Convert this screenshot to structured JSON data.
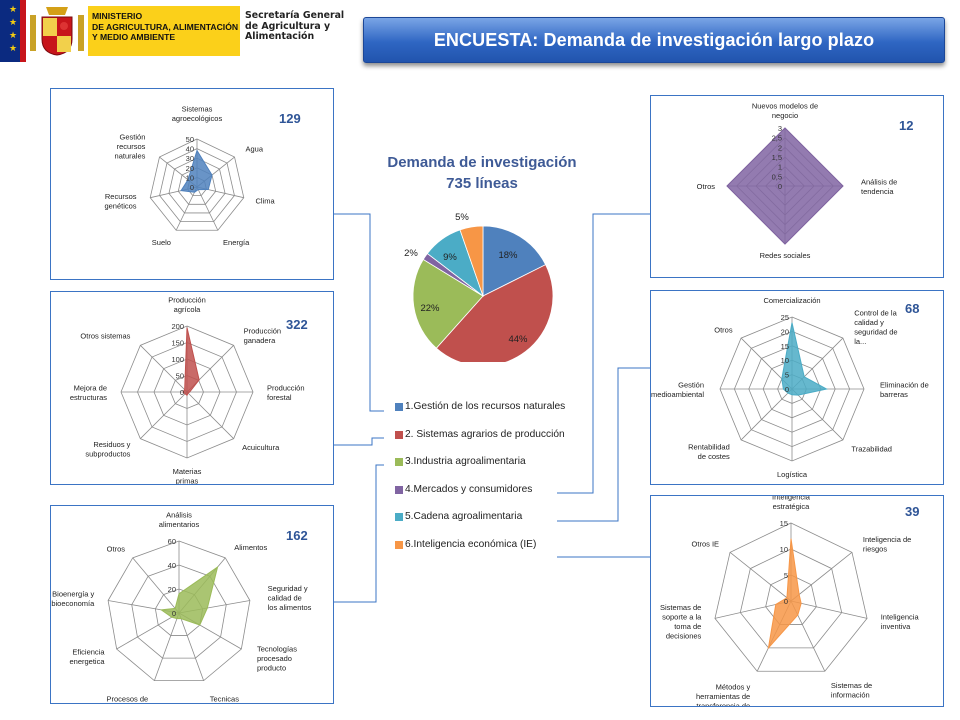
{
  "logo": {
    "ministry_lines": [
      "MINISTERIO",
      "DE AGRICULTURA, ALIMENTACIÓN",
      "Y MEDIO AMBIENTE"
    ],
    "secretaria_lines": [
      "Secretaría General",
      "de Agricultura y",
      "Alimentación"
    ]
  },
  "header": {
    "title": "ENCUESTA: Demanda de investigación largo plazo"
  },
  "colors": {
    "series": [
      "#4f81bd",
      "#c0504d",
      "#9bbb59",
      "#8064a2",
      "#4bacc6",
      "#f79646"
    ],
    "panel_border": "#3b74c4",
    "banner": "#2f66c3"
  },
  "chart_data": [
    {
      "id": "pie",
      "type": "pie",
      "title": "Demanda de investigación",
      "subtitle": "735 líneas",
      "categories": [
        "1.Gestión de los recursos naturales",
        "2. Sistemas agrarios de producción",
        "3.Industria agroalimentaria",
        "4.Mercados y consumidores",
        "5.Cadena agroalimentaria",
        "6.Inteligencia económica (IE)"
      ],
      "values": [
        129,
        322,
        162,
        12,
        68,
        39
      ],
      "data_labels": [
        "18%",
        "44%",
        "22%",
        "2%",
        "9%",
        "5%"
      ]
    },
    {
      "id": "r1",
      "type": "radar",
      "count": "129",
      "axes": [
        "Sistemas agroecológicos",
        "Agua",
        "Clima",
        "Energía",
        "Suelo",
        "Recursos genéticos",
        "Gestión recursos naturales"
      ],
      "values": [
        38,
        20,
        12,
        3,
        6,
        17,
        12
      ],
      "rmax": 50,
      "ticks": [
        "0",
        "10",
        "20",
        "30",
        "40",
        "50"
      ]
    },
    {
      "id": "r2",
      "type": "radar",
      "count": "322",
      "axes": [
        "Producción agrícola",
        "Producción ganadera",
        "Producción forestal",
        "Acuicultura",
        "Materias primas",
        "Residuos y subproductos",
        "Mejora de estructuras",
        "Otros sistemas"
      ],
      "values": [
        195,
        52,
        8,
        5,
        10,
        8,
        12,
        10
      ],
      "rmax": 200,
      "ticks": [
        "0",
        "50",
        "100",
        "150",
        "200"
      ]
    },
    {
      "id": "r3",
      "type": "radar",
      "count": "162",
      "axes": [
        "Análisis alimentarios",
        "Alimentos",
        "Seguridad y calidad de los alimentos",
        "Tecnologías procesado producto",
        "Tecnicas post-proceso",
        "Procesos de control industriales",
        "Eficiencia energetica",
        "Bioenergía y bioeconomía",
        "Otros"
      ],
      "values": [
        16,
        50,
        24,
        20,
        5,
        5,
        7,
        15,
        5
      ],
      "rmax": 60,
      "ticks": [
        "0",
        "20",
        "40",
        "60"
      ]
    },
    {
      "id": "r4",
      "type": "radar",
      "count": "12",
      "axes": [
        "Nuevos modelos de negocio",
        "Análisis de tendencia",
        "Redes sociales",
        "Otros"
      ],
      "values": [
        3,
        3,
        3,
        3
      ],
      "rmax": 3,
      "ticks": [
        "0",
        "0,5",
        "1",
        "1,5",
        "2",
        "2,5",
        "3"
      ]
    },
    {
      "id": "r5",
      "type": "radar",
      "count": "68",
      "axes": [
        "Comercialización",
        "Control de la calidad y seguridad de la...",
        "Eliminación de barreras",
        "Trazabilidad",
        "Logística",
        "Rentabilidad de costes",
        "Gestión medioambiental",
        "Otros"
      ],
      "values": [
        23,
        6,
        12,
        3,
        2,
        2,
        3,
        5
      ],
      "rmax": 25,
      "ticks": [
        "0",
        "5",
        "10",
        "15",
        "20",
        "25"
      ]
    },
    {
      "id": "r6",
      "type": "radar",
      "count": "39",
      "axes": [
        "Inteligencia estratégica",
        "Inteligencia de riesgos",
        "Inteligencia inventiva",
        "Sistemas de información",
        "Métodos y herramientas de transferencia de los resultados de...",
        "Sistemas de soporte a la toma de decisiones",
        "Otros IE"
      ],
      "values": [
        12,
        2,
        2,
        3,
        10,
        3,
        1
      ],
      "rmax": 15,
      "ticks": [
        "0",
        "5",
        "10",
        "15"
      ]
    }
  ]
}
